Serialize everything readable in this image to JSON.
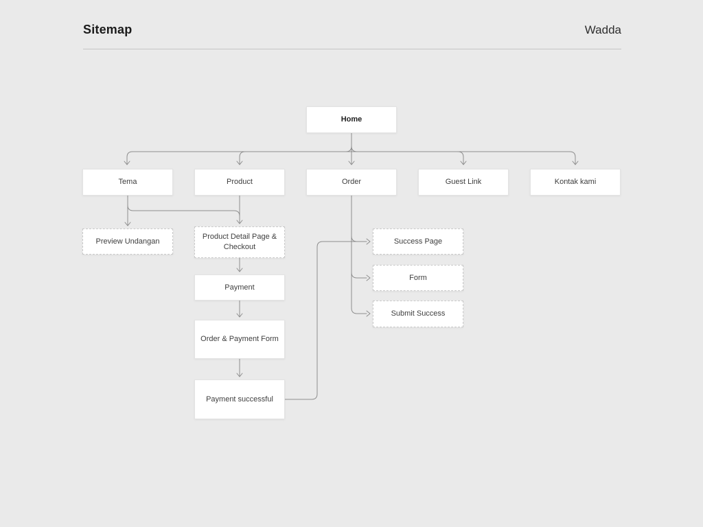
{
  "header": {
    "title": "Sitemap",
    "brand": "Wadda"
  },
  "colors": {
    "background": "#eaeaea",
    "box_background": "#ffffff",
    "box_border_solid": "#e3e3e3",
    "box_border_dashed": "#c9c9c9",
    "connector_line": "#8d8d8d",
    "divider": "#c4c4c4",
    "title_text": "#1b1b1b",
    "label_text": "#3d3d3d"
  },
  "nodes": [
    {
      "id": "home",
      "label": "Home",
      "style": "solid",
      "emphasis": "bold"
    },
    {
      "id": "tema",
      "label": "Tema",
      "style": "solid"
    },
    {
      "id": "product",
      "label": "Product",
      "style": "solid"
    },
    {
      "id": "order",
      "label": "Order",
      "style": "solid"
    },
    {
      "id": "guest-link",
      "label": "Guest Link",
      "style": "solid"
    },
    {
      "id": "kontak-kami",
      "label": "Kontak kami",
      "style": "solid"
    },
    {
      "id": "preview-undangan",
      "label": "Preview Undangan",
      "style": "dashed"
    },
    {
      "id": "product-detail-checkout",
      "label": "Product Detail Page & Checkout",
      "style": "dashed"
    },
    {
      "id": "payment",
      "label": "Payment",
      "style": "solid"
    },
    {
      "id": "order-payment-form",
      "label": "Order & Payment Form",
      "style": "solid"
    },
    {
      "id": "payment-successful",
      "label": "Payment successful",
      "style": "solid"
    },
    {
      "id": "success-page",
      "label": "Success Page",
      "style": "dashed"
    },
    {
      "id": "form",
      "label": "Form",
      "style": "dashed"
    },
    {
      "id": "submit-success",
      "label": "Submit Success",
      "style": "dashed"
    }
  ],
  "edges": [
    {
      "from": "home",
      "to": "tema"
    },
    {
      "from": "home",
      "to": "product"
    },
    {
      "from": "home",
      "to": "order"
    },
    {
      "from": "home",
      "to": "guest-link"
    },
    {
      "from": "home",
      "to": "kontak-kami"
    },
    {
      "from": "tema",
      "to": "preview-undangan"
    },
    {
      "from": "tema",
      "to": "product-detail-checkout"
    },
    {
      "from": "product",
      "to": "product-detail-checkout"
    },
    {
      "from": "product-detail-checkout",
      "to": "payment"
    },
    {
      "from": "payment",
      "to": "order-payment-form"
    },
    {
      "from": "order-payment-form",
      "to": "payment-successful"
    },
    {
      "from": "order",
      "to": "success-page"
    },
    {
      "from": "order",
      "to": "form"
    },
    {
      "from": "order",
      "to": "submit-success"
    },
    {
      "from": "payment-successful",
      "to": "success-page"
    }
  ]
}
